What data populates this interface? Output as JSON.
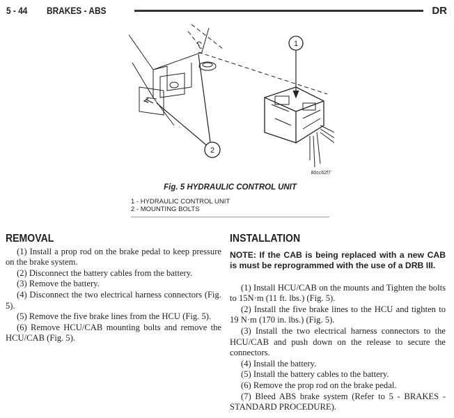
{
  "header": {
    "page": "5 - 44",
    "section": "BRAKES - ABS",
    "code": "DR"
  },
  "figure": {
    "callouts": [
      "1",
      "2"
    ],
    "image_code": "80cc62f7",
    "caption": "Fig. 5 HYDRAULIC CONTROL UNIT",
    "legend": [
      "1 - HYDRAULIC CONTROL UNIT",
      "2 - MOUNTING BOLTS"
    ]
  },
  "removal": {
    "title": "REMOVAL",
    "steps": [
      "(1) Install a prop rod on the brake pedal to keep pressure on the brake system.",
      "(2) Disconnect the battery cables from the battery.",
      "(3) Remove the battery.",
      "(4) Disconnect the two electrical harness connectors (Fig. 5).",
      "(5) Remove the five brake lines from the HCU (Fig. 5).",
      "(6) Remove HCU/CAB mounting bolts and remove the HCU/CAB (Fig. 5)."
    ]
  },
  "installation": {
    "title": "INSTALLATION",
    "note": "NOTE: If the CAB is being replaced with a new CAB is must be reprogrammed with the use of a DRB III.",
    "steps": [
      "(1) Install HCU/CAB on the mounts and Tighten the bolts to 15N·m (11 ft. lbs.) (Fig. 5).",
      "(2) Install the five brake lines to the HCU and tighten to 19 N·m (170 in. lbs.) (Fig. 5).",
      "(3) Install the two electrical harness connectors to the HCU/CAB and push down on the release to secure the connectors.",
      "(4) Install the battery.",
      "(5) Install the battery cables to the battery.",
      "(6) Remove the prop rod on the brake pedal.",
      "(7) Bleed ABS brake system (Refer to 5 - BRAKES - STANDARD PROCEDURE)."
    ]
  }
}
